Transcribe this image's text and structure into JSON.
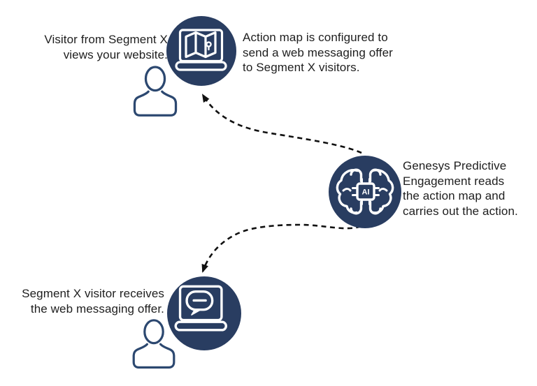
{
  "diagram": {
    "kind": "predictive-engagement-flow",
    "background": "#ffffff",
    "colors": {
      "node_fill": "#293d61",
      "icon_stroke": "#ffffff",
      "person_stroke": "#2c4870",
      "arrow": "#111111",
      "text": "#1e1e1e"
    },
    "flow": {
      "visitor": {
        "line1": "Visitor from Segment X",
        "line2": "views your website."
      },
      "action_map": {
        "line1": "Action map is configured to",
        "line2": "send a web messaging offer",
        "line3": "to Segment X visitors."
      },
      "engagement": {
        "line1": "Genesys Predictive",
        "line2": "Engagement reads",
        "line3": "the action map and",
        "line4": "carries out the action."
      },
      "receive": {
        "line1": "Segment X visitor receives",
        "line2": "the web messaging offer."
      },
      "ai_chip_label": "AI"
    },
    "icons": {
      "node1": "map-laptop-icon",
      "node2": "ai-brain-icon",
      "node3": "chat-laptop-icon",
      "persons": "person-icon"
    }
  }
}
